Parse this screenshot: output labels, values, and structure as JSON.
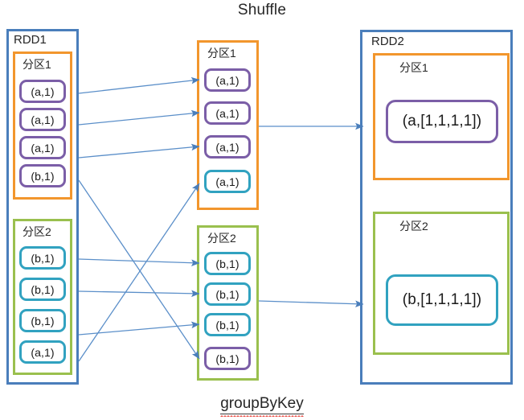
{
  "diagram": {
    "title_top": "Shuffle",
    "title_bottom": "groupByKey",
    "colors": {
      "rdd_border": "#4a7ebb",
      "partition_1": "#f2962d",
      "partition_2": "#9ac04e",
      "key_a": "#7b5ea7",
      "key_b": "#31a2c0",
      "arrow": "#4a7ebb"
    }
  },
  "rdd1": {
    "label": "RDD1",
    "partitions": [
      {
        "label": "分区1",
        "color_name": "partition_1",
        "cells": [
          {
            "text": "(a,1)",
            "color": "purple"
          },
          {
            "text": "(a,1)",
            "color": "purple"
          },
          {
            "text": "(a,1)",
            "color": "purple"
          },
          {
            "text": "(b,1)",
            "color": "purple"
          }
        ]
      },
      {
        "label": "分区2",
        "color_name": "partition_2",
        "cells": [
          {
            "text": "(b,1)",
            "color": "teal"
          },
          {
            "text": "(b,1)",
            "color": "teal"
          },
          {
            "text": "(b,1)",
            "color": "teal"
          },
          {
            "text": "(a,1)",
            "color": "teal"
          }
        ]
      }
    ]
  },
  "shuffled": {
    "partitions": [
      {
        "label": "分区1",
        "color_name": "partition_1",
        "cells": [
          {
            "text": "(a,1)",
            "color": "purple"
          },
          {
            "text": "(a,1)",
            "color": "purple"
          },
          {
            "text": "(a,1)",
            "color": "purple"
          },
          {
            "text": "(a,1)",
            "color": "teal"
          }
        ]
      },
      {
        "label": "分区2",
        "color_name": "partition_2",
        "cells": [
          {
            "text": "(b,1)",
            "color": "teal"
          },
          {
            "text": "(b,1)",
            "color": "teal"
          },
          {
            "text": "(b,1)",
            "color": "teal"
          },
          {
            "text": "(b,1)",
            "color": "purple"
          }
        ]
      }
    ]
  },
  "rdd2": {
    "label": "RDD2",
    "partitions": [
      {
        "label": "分区1",
        "color_name": "partition_1",
        "cells": [
          {
            "text": "(a,[1,1,1,1])",
            "color": "purple"
          }
        ]
      },
      {
        "label": "分区2",
        "color_name": "partition_2",
        "cells": [
          {
            "text": "(b,[1,1,1,1])",
            "color": "teal"
          }
        ]
      }
    ]
  }
}
